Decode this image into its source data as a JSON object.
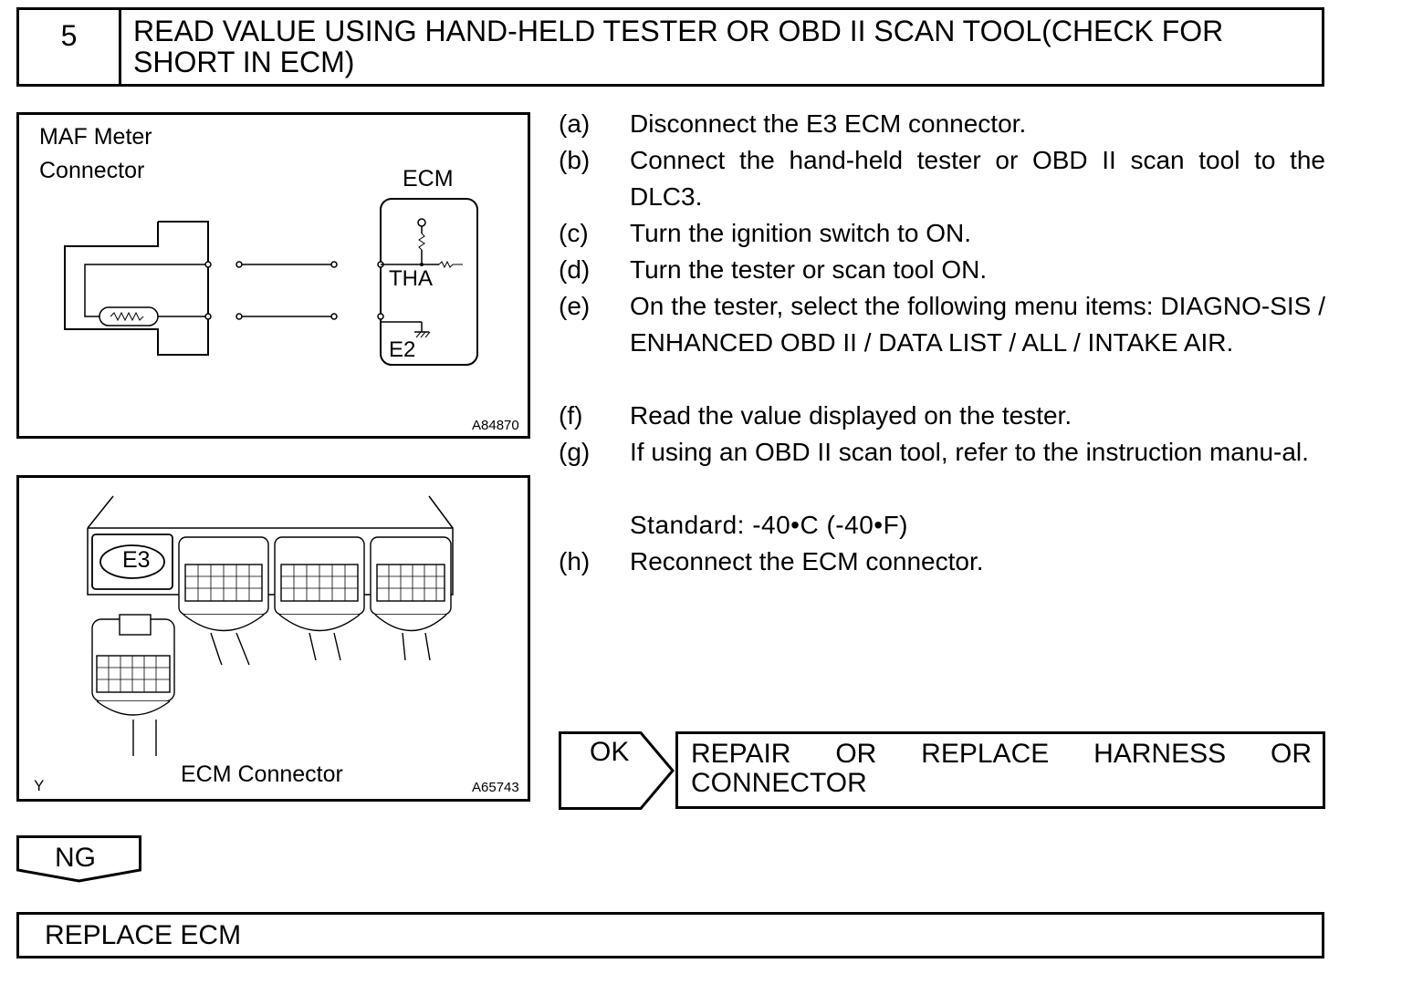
{
  "header": {
    "step_number": "5",
    "title": "READ VALUE USING HAND-HELD TESTER OR OBD II SCAN TOOL(CHECK FOR SHORT IN ECM)"
  },
  "figure1": {
    "label_line1": "MAF Meter",
    "label_line2": "Connector",
    "ecm_label": "ECM",
    "tha_label": "THA",
    "e2_label": "E2",
    "figure_id": "A84870"
  },
  "figure2": {
    "e3_label": "E3",
    "caption": "ECM Connector",
    "corner_letter": "Y",
    "figure_id": "A65743"
  },
  "steps": [
    {
      "letter": "(a)",
      "text": "Disconnect the E3 ECM connector."
    },
    {
      "letter": "(b)",
      "text": "Connect the hand-held tester or OBD II scan tool to the DLC3."
    },
    {
      "letter": "(c)",
      "text": "Turn the ignition switch to ON."
    },
    {
      "letter": "(d)",
      "text": "Turn the tester or scan tool ON."
    },
    {
      "letter": "(e)",
      "text": "On the tester, select the following menu items: DIAGNO-SIS / ENHANCED OBD II / DATA LIST / ALL / INTAKE AIR."
    },
    {
      "letter": "(f)",
      "text": "Read the value displayed on the tester."
    },
    {
      "letter": "(g)",
      "text": "If using an OBD II scan tool, refer to the instruction manu-al."
    },
    {
      "letter": "(h)",
      "text": "Reconnect the ECM connector."
    }
  ],
  "standard": "Standard:  -40•C  (-40•F)",
  "ok": {
    "label": "OK",
    "result_line1": "REPAIR OR REPLACE HARNESS OR",
    "result_line2": "CONNECTOR"
  },
  "ng": {
    "label": "NG",
    "result": "REPLACE ECM"
  }
}
